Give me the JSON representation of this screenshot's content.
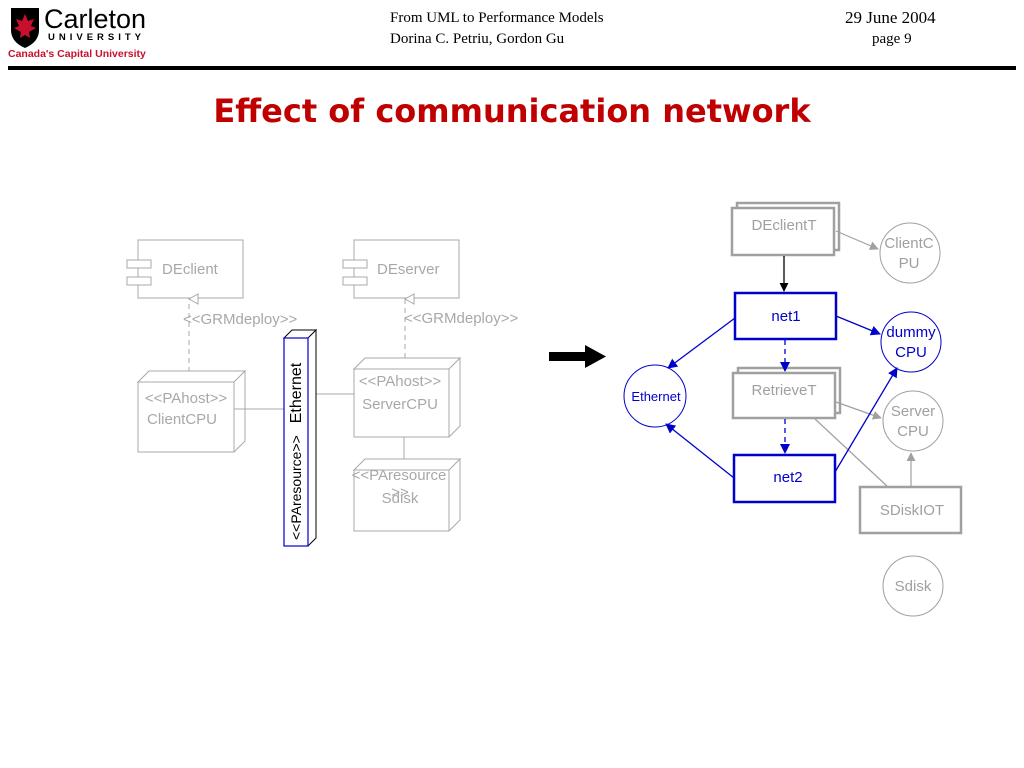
{
  "logo": {
    "name": "Carleton",
    "university": "UNIVERSITY",
    "tagline": "Canada's Capital University",
    "colors": {
      "red": "#c8102e",
      "black": "#000000"
    }
  },
  "header": {
    "title": "From UML to Performance Models",
    "authors": "Dorina C. Petriu, Gordon Gu",
    "date": "29 June 2004",
    "page": "page 9"
  },
  "slide": {
    "title": "Effect of communication network",
    "title_color": "#c00000"
  },
  "left_diagram": {
    "components": {
      "client": "DEclient",
      "server": "DEserver"
    },
    "deploy_labels": {
      "client": "<<GRMdeploy>>",
      "server": "<<GRMdeploy>>"
    },
    "nodes": {
      "client_stereotype": "<<PAhost>>",
      "client_name": "ClientCPU",
      "server_stereotype": "<<PAhost>>",
      "server_name": "ServerCPU",
      "disk_stereotype": "<<PAresource",
      "disk_stereotype_cont": ">>",
      "disk_name": "Sdisk",
      "ethernet_stereotype": "<<PAresource>>",
      "ethernet_name": "Ethernet"
    },
    "colors": {
      "grey": "#a8a8a8",
      "ethernet_border": "#0000cc"
    }
  },
  "arrow_color": "#000000",
  "right_diagram": {
    "tasks": {
      "declientt": "DEclientT",
      "net1": "net1",
      "retrievet": "RetrieveT",
      "net2": "net2",
      "sdiskiot": "SDiskIOT"
    },
    "processors": {
      "clientcpu_line1": "ClientC",
      "clientcpu_line2": "PU",
      "dummy_line1": "dummy",
      "dummy_line2": "CPU",
      "ethernet": "Ethernet",
      "server_line1": "Server",
      "server_line2": "CPU",
      "sdisk": "Sdisk"
    },
    "colors": {
      "grey": "#a0a0a0",
      "blue": "#0000cc"
    }
  }
}
